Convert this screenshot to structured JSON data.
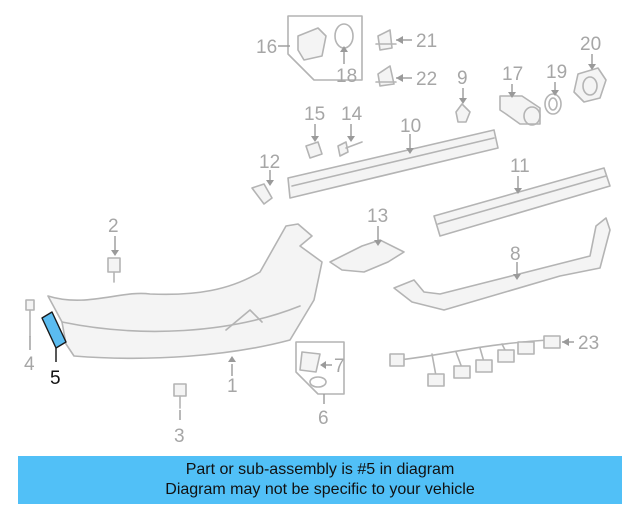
{
  "callouts": {
    "c1": "1",
    "c2": "2",
    "c3": "3",
    "c4": "4",
    "c5": "5",
    "c6": "6",
    "c7": "7",
    "c8": "8",
    "c9": "9",
    "c10": "10",
    "c11": "11",
    "c12": "12",
    "c13": "13",
    "c14": "14",
    "c15": "15",
    "c16": "16",
    "c17": "17",
    "c18": "18",
    "c19": "19",
    "c20": "20",
    "c21": "21",
    "c22": "22",
    "c23": "23"
  },
  "highlighted_part": "5",
  "colors": {
    "highlight": "#5bbcf0",
    "banner": "#51c0f7",
    "parts": "#b4b4b4"
  },
  "banner": {
    "line1": "Part or sub-assembly is #5 in diagram",
    "line2": "Diagram may not be specific to your vehicle"
  }
}
